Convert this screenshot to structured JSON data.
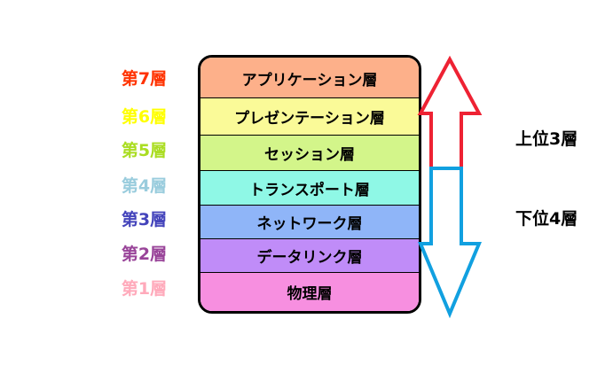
{
  "layers": [
    {
      "num": "第7層",
      "name": "アプリケーション層",
      "color": "#fdb08a",
      "num_color": "#ff3300"
    },
    {
      "num": "第6層",
      "name": "プレゼンテーション層",
      "color": "#fafa98",
      "num_color": "#ffff00"
    },
    {
      "num": "第5層",
      "name": "セッション層",
      "color": "#d3f58a",
      "num_color": "#aadd22"
    },
    {
      "num": "第4層",
      "name": "トランスポート層",
      "color": "#8ff8e6",
      "num_color": "#99ccdd"
    },
    {
      "num": "第3層",
      "name": "ネットワーク層",
      "color": "#8fb5f8",
      "num_color": "#4444bb"
    },
    {
      "num": "第2層",
      "name": "データリンク層",
      "color": "#c08cf8",
      "num_color": "#994499"
    },
    {
      "num": "第1層",
      "name": "物理層",
      "color": "#f78fe0",
      "num_color": "#ffaabb"
    }
  ],
  "upper_label": "上位3層",
  "lower_label": "下位4層",
  "colors": {
    "upper_arrow": "#ee2233",
    "lower_arrow": "#11a0e0"
  }
}
